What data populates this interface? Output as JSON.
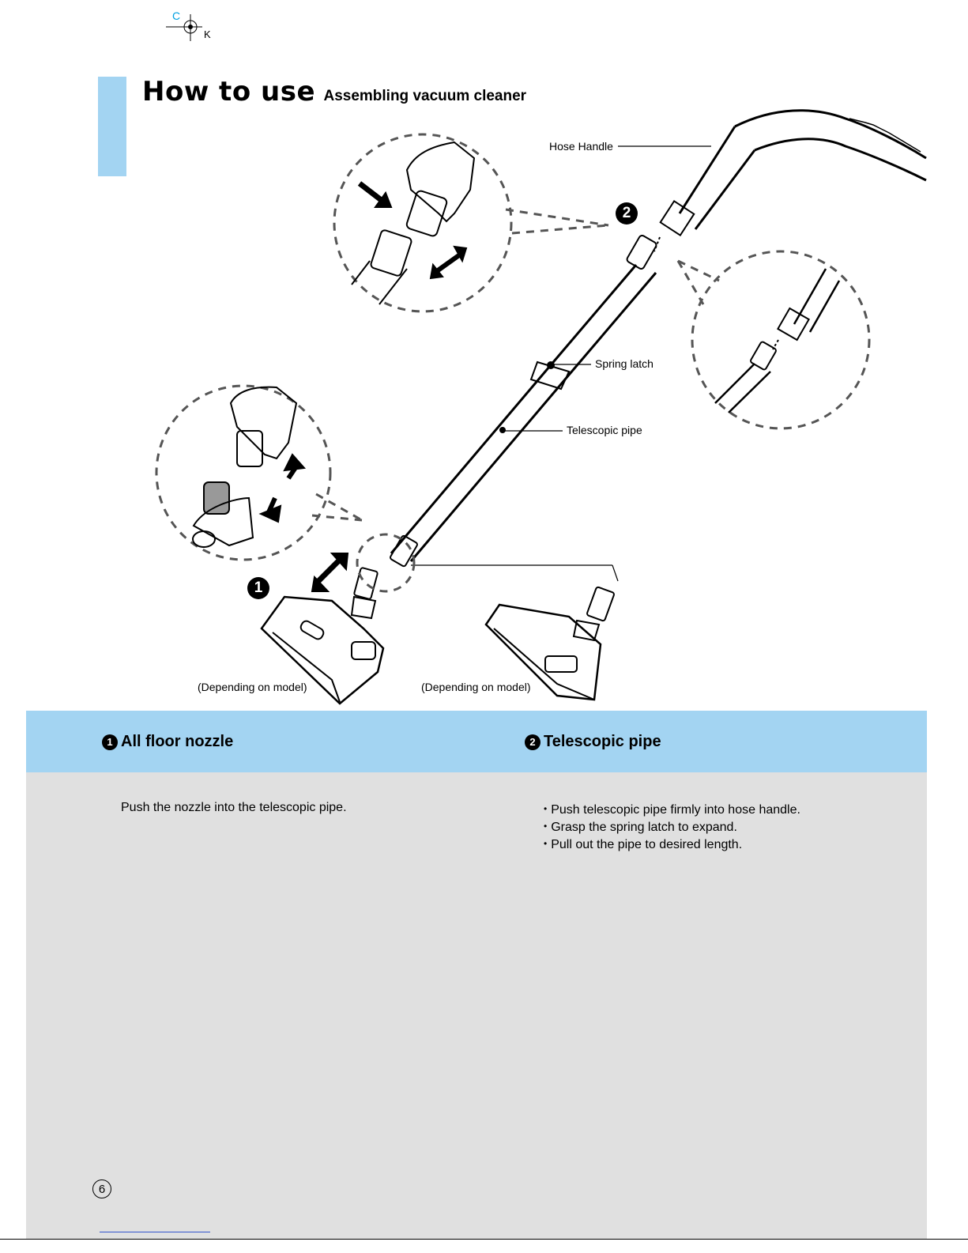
{
  "registration": {
    "c": "C",
    "k": "K"
  },
  "header": {
    "title": "How to use",
    "subtitle": "Assembling vacuum cleaner"
  },
  "labels": {
    "hose_handle": "Hose Handle",
    "spring_latch": "Spring latch",
    "telescopic_pipe": "Telescopic pipe",
    "depending_1": "(Depending on model)",
    "depending_2": "(Depending on model)"
  },
  "step_markers": {
    "one": "1",
    "two": "2"
  },
  "sections": {
    "nozzle": {
      "number": "1",
      "title": "All floor nozzle",
      "text": "Push the nozzle into the telescopic pipe."
    },
    "pipe": {
      "number": "2",
      "title": "Telescopic pipe",
      "bullets": [
        "Push telescopic pipe firmly into hose handle.",
        "Grasp the spring latch to expand.",
        "Pull out the pipe to desired length."
      ]
    }
  },
  "page_number": "6",
  "colors": {
    "accent": "#a3d4f2",
    "body_bg": "#e0e0e0",
    "registration_c": "#00a0e0"
  }
}
